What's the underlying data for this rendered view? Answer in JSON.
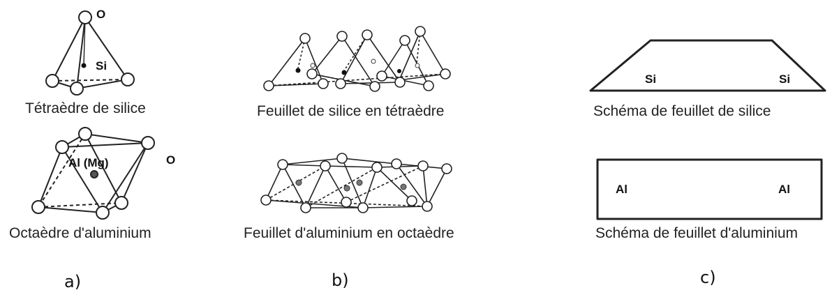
{
  "panel_a": {
    "tetra": {
      "caption": "Tétraèdre de silice",
      "atom_o": "O",
      "atom_si": "Si"
    },
    "octa": {
      "caption": "Octaèdre d'aluminium",
      "atom_o": "O",
      "atom_al": "Al (Mg)"
    },
    "tag": "a)"
  },
  "panel_b": {
    "tetra_sheet_caption": "Feuillet de silice en tétraèdre",
    "octa_sheet_caption": "Feuillet d'aluminium en octaèdre",
    "tag": "b)"
  },
  "panel_c": {
    "silica_schema": {
      "caption": "Schéma  de feuillet de silice",
      "left_label": "Si",
      "right_label": "Si"
    },
    "alumina_schema": {
      "caption": "Schéma  de feuillet d'aluminium",
      "left_label": "Al",
      "right_label": "Al"
    },
    "tag": "c)"
  }
}
